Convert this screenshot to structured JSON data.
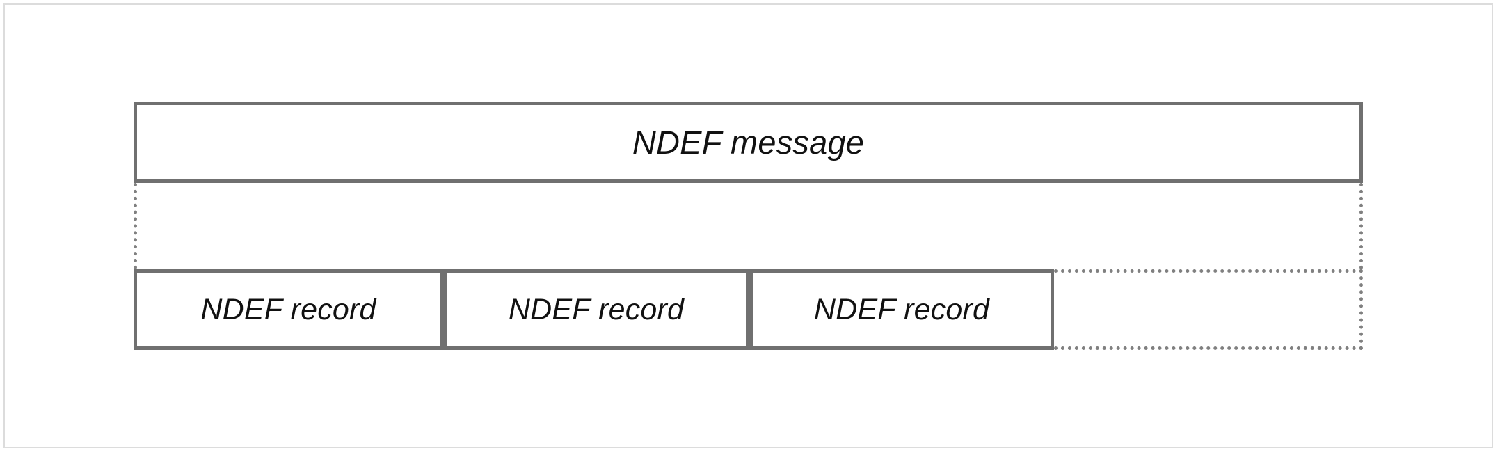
{
  "figure": {
    "name": "ndef-message-structure",
    "background_color": "#ffffff",
    "frame_color": "#dcdcdc",
    "stroke_color": "#707070",
    "dotted_stroke_color": "#808080",
    "text_color": "#111111"
  },
  "message": {
    "label": "NDEF message"
  },
  "records": {
    "items": [
      {
        "label": "NDEF record"
      },
      {
        "label": "NDEF record"
      },
      {
        "label": "NDEF record"
      }
    ],
    "continuation": {
      "label": "",
      "style": "dotted"
    }
  }
}
